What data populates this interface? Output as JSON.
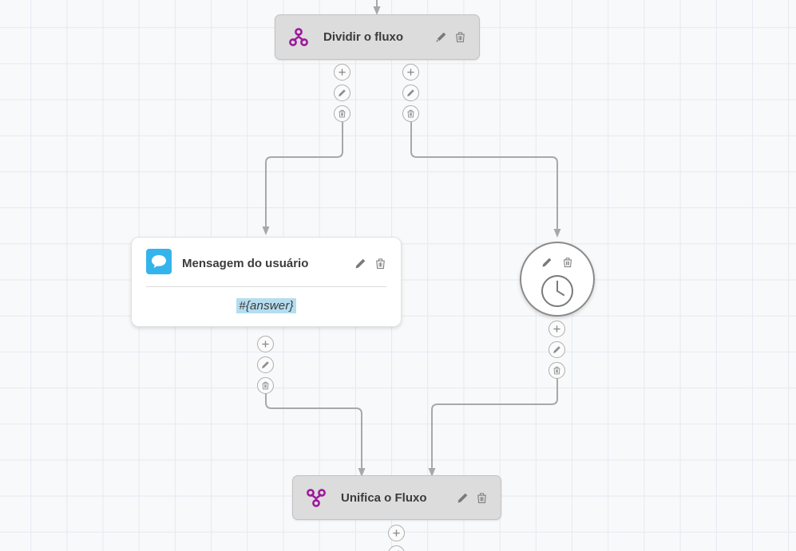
{
  "canvas": {
    "background_color": "#f8f9fa",
    "grid_color": "#e4e9f2",
    "grid_size": 45
  },
  "colors": {
    "node_gray_bg": "#dcdcdc",
    "node_gray_border": "#c2c2c2",
    "card_bg": "#ffffff",
    "split_icon": "#9c1a9c",
    "merge_icon": "#9c1a9c",
    "message_icon_bg": "#35b4ec",
    "variable_highlight": "#b5ddef",
    "edge_line": "#a8a8a8",
    "tool_icon": "#7a7a7a",
    "title_text": "#3b3b3b"
  },
  "nodes": [
    {
      "id": "split",
      "type": "split",
      "title": "Dividir o fluxo",
      "icon": "split-flow-icon",
      "tools": [
        "edit-icon",
        "delete-icon"
      ]
    },
    {
      "id": "message",
      "type": "message-card",
      "title": "Mensagem do usuário",
      "icon": "chat-bubble-icon",
      "tools": [
        "edit-icon",
        "delete-icon"
      ],
      "body_value": "#{answer}"
    },
    {
      "id": "timer",
      "type": "timer-circle",
      "icon": "clock-icon",
      "tools": [
        "edit-icon",
        "delete-icon"
      ]
    },
    {
      "id": "merge",
      "type": "merge",
      "title": "Unifica o Fluxo",
      "icon": "merge-flow-icon",
      "tools": [
        "edit-icon",
        "delete-icon"
      ]
    }
  ],
  "port_buttons": {
    "add_label": "+",
    "edit_label": "edit",
    "delete_label": "delete",
    "icons": [
      "plus-icon",
      "pencil-icon",
      "trash-icon"
    ]
  }
}
